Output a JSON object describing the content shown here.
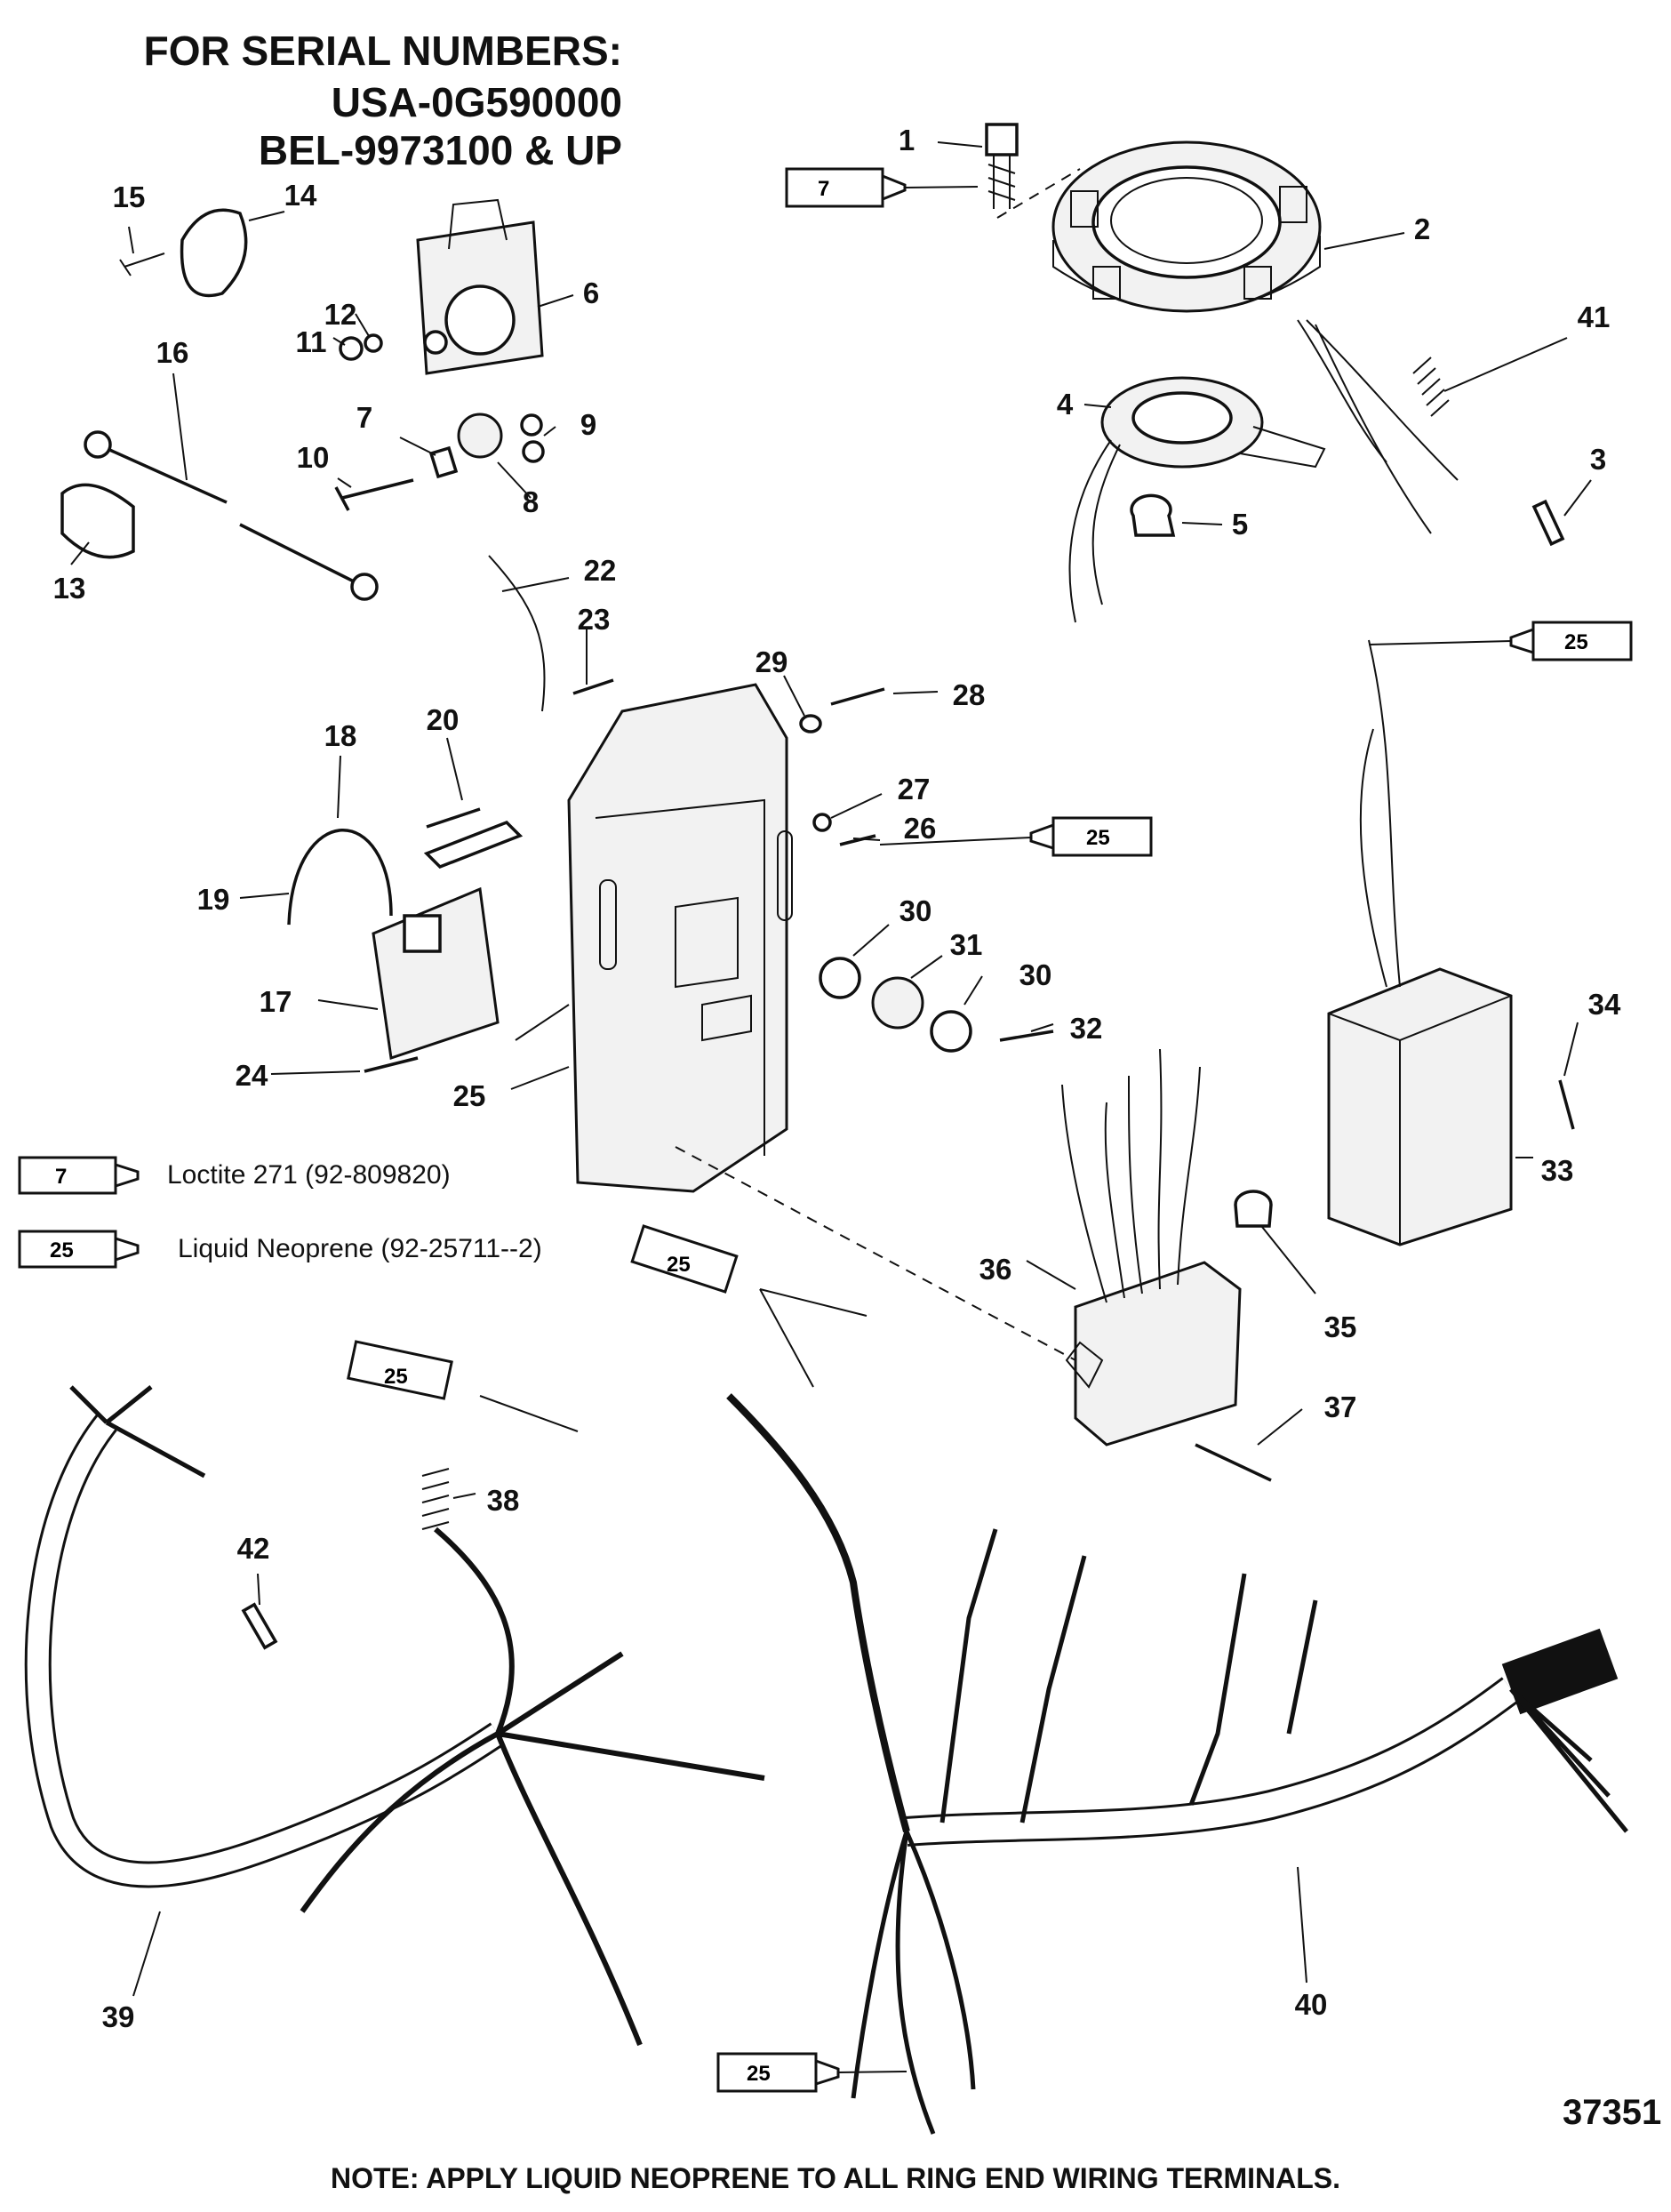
{
  "header": {
    "line1": "FOR SERIAL NUMBERS:",
    "line2": "USA-0G590000",
    "line3": "BEL-9973100 & UP"
  },
  "legend": {
    "loctite": {
      "tube_label": "7",
      "text": "Loctite 271 (92-809820)"
    },
    "neoprene": {
      "tube_label": "25",
      "text": "Liquid Neoprene (92-25711--2)"
    }
  },
  "tube_labels": {
    "seven": "7",
    "twentyfive": "25"
  },
  "callouts": [
    "1",
    "2",
    "3",
    "4",
    "5",
    "6",
    "7",
    "8",
    "9",
    "10",
    "11",
    "12",
    "13",
    "14",
    "15",
    "16",
    "17",
    "18",
    "19",
    "20",
    "22",
    "23",
    "24",
    "25",
    "26",
    "27",
    "28",
    "29",
    "30",
    "30",
    "31",
    "32",
    "33",
    "34",
    "35",
    "36",
    "37",
    "38",
    "39",
    "40",
    "41",
    "42"
  ],
  "note": "NOTE: APPLY LIQUID NEOPRENE TO ALL RING END WIRING TERMINALS.",
  "figure_number": "37351"
}
